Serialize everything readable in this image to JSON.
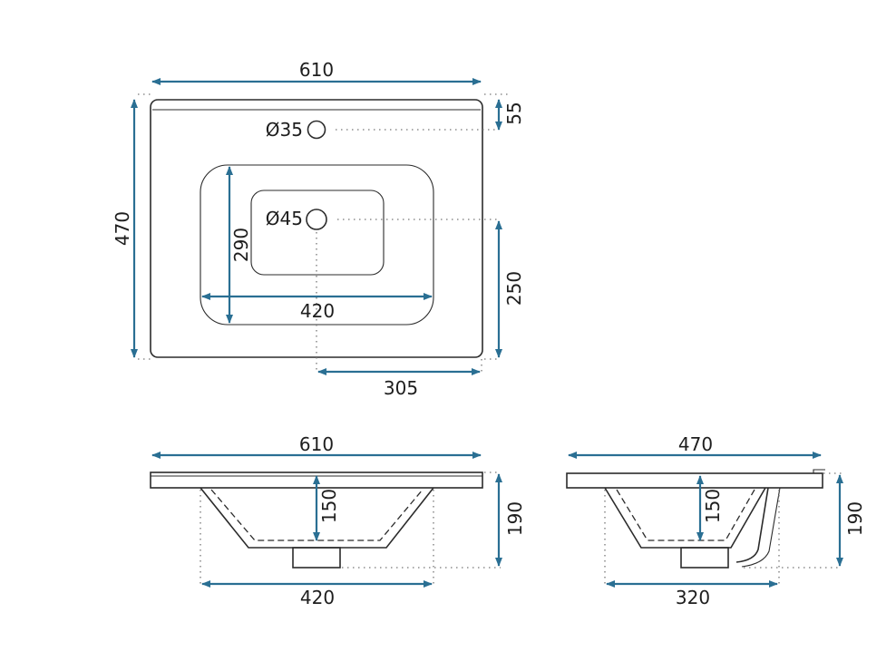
{
  "colors": {
    "dimension": "#2a6f93",
    "outline": "#2b2b2b",
    "extension": "#777777"
  },
  "top_view": {
    "width": "610",
    "depth": "470",
    "overflow_offset": "55",
    "tap_hole": "Ø35",
    "drain_hole": "Ø45",
    "bowl_depth": "290",
    "bowl_width": "420",
    "drain_to_back": "250",
    "drain_to_side": "305"
  },
  "front_view": {
    "width": "610",
    "bowl_height": "150",
    "total_height": "190",
    "bowl_width": "420"
  },
  "side_view": {
    "depth": "470",
    "bowl_height": "150",
    "total_height": "190",
    "bowl_depth": "320"
  }
}
